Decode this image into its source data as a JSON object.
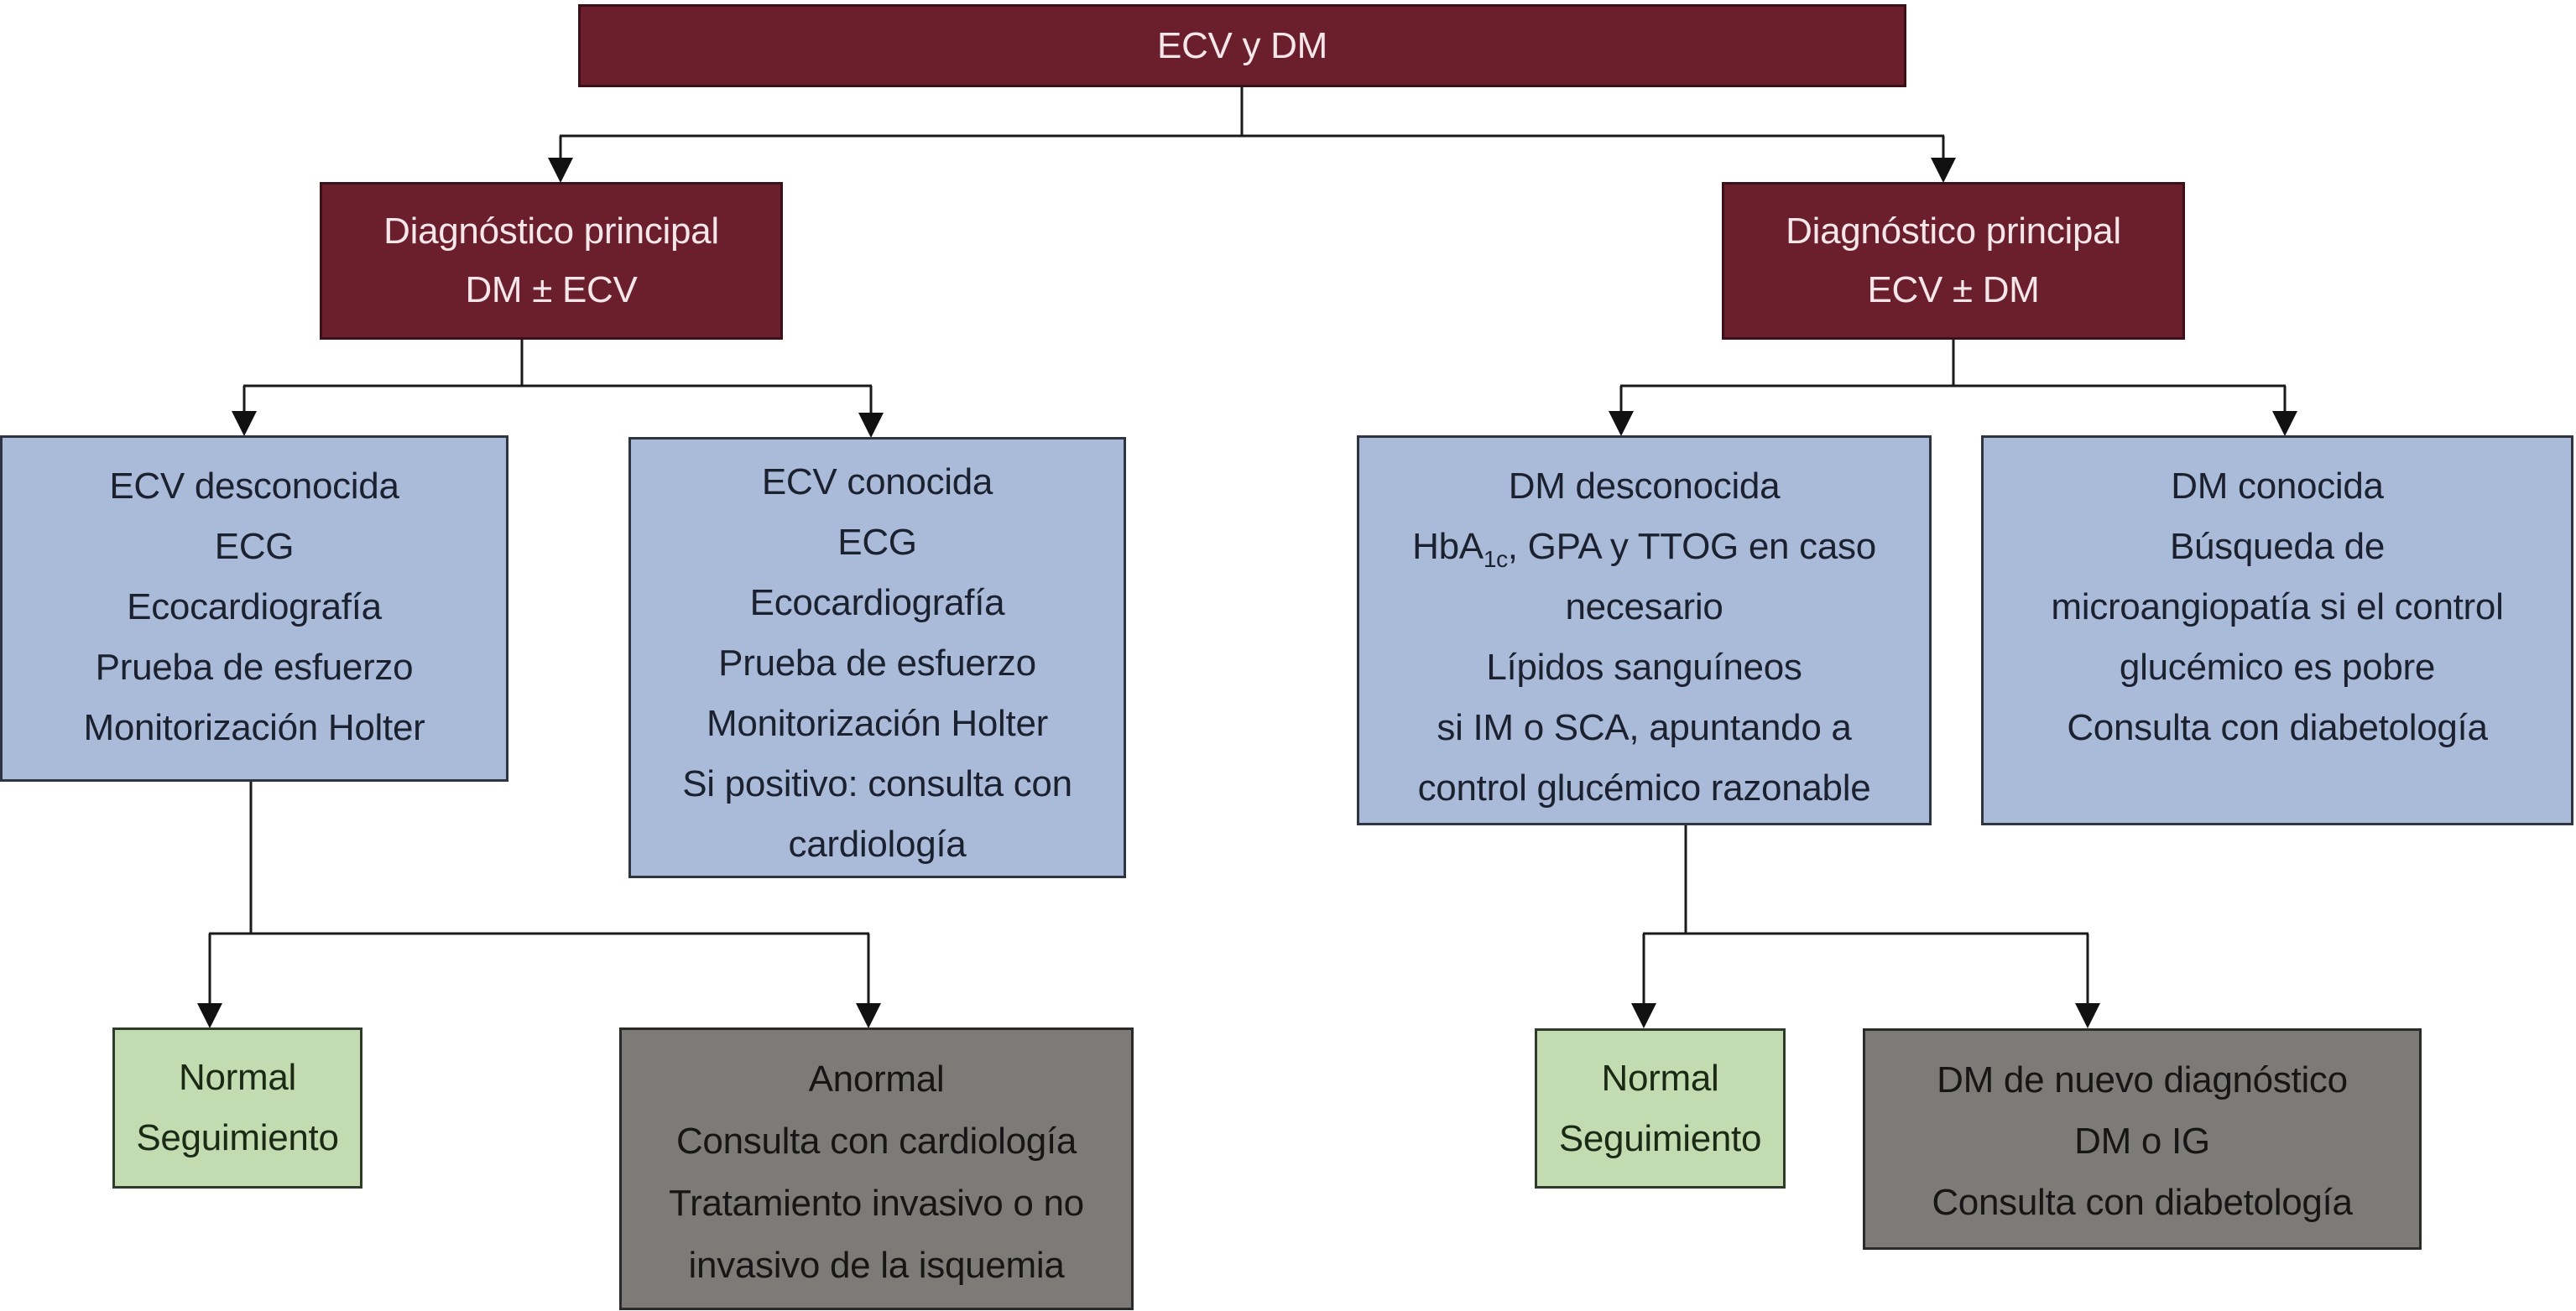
{
  "diagram": {
    "title": "ECV y DM",
    "colors": {
      "root": "#6b1e2c",
      "diagnosis": "#6b1e2c",
      "evaluation": "#a9bbd9",
      "normal_outcome": "#c3dbb1",
      "abnormal_outcome": "#7c7b77",
      "connector": "#1a1a1a"
    },
    "root": {
      "label": "ECV y DM"
    },
    "branches": [
      {
        "id": "dx-dm",
        "lines": [
          "Diagnóstico principal",
          "DM ± ECV"
        ],
        "children": [
          {
            "id": "ecv-desconocida",
            "lines": [
              "ECV desconocida",
              "ECG",
              "Ecocardiografía",
              "Prueba de esfuerzo",
              "Monitorización Holter"
            ],
            "outcomes": [
              {
                "id": "normal-1",
                "type": "normal",
                "lines": [
                  "Normal",
                  "Seguimiento"
                ]
              },
              {
                "id": "anormal-1",
                "type": "abnormal",
                "lines": [
                  "Anormal",
                  "Consulta con cardiología",
                  "Tratamiento invasivo o no",
                  "invasivo de la isquemia"
                ]
              }
            ]
          },
          {
            "id": "ecv-conocida",
            "lines": [
              "ECV conocida",
              "ECG",
              "Ecocardiografía",
              "Prueba de esfuerzo",
              "Monitorización Holter",
              "Si positivo: consulta con",
              "cardiología"
            ]
          }
        ]
      },
      {
        "id": "dx-ecv",
        "lines": [
          "Diagnóstico principal",
          "ECV ± DM"
        ],
        "children": [
          {
            "id": "dm-desconocida",
            "lines": [
              "DM desconocida",
              "HbA1c, GPA y TTOG en caso",
              "necesario",
              "Lípidos sanguíneos",
              "si IM o SCA, apuntando a",
              "control glucémico razonable"
            ],
            "line2_parts": {
              "pre": "HbA",
              "sub": "1c",
              "post": ", GPA y TTOG en caso"
            },
            "outcomes": [
              {
                "id": "normal-2",
                "type": "normal",
                "lines": [
                  "Normal",
                  "Seguimiento"
                ]
              },
              {
                "id": "nuevo-dx",
                "type": "abnormal",
                "lines": [
                  "DM de nuevo diagnóstico",
                  "DM o IG",
                  "Consulta con diabetología"
                ]
              }
            ]
          },
          {
            "id": "dm-conocida",
            "lines": [
              "DM conocida",
              "Búsqueda de",
              "microangiopatía si el control",
              "glucémico es pobre",
              "Consulta con diabetología"
            ]
          }
        ]
      }
    ]
  }
}
